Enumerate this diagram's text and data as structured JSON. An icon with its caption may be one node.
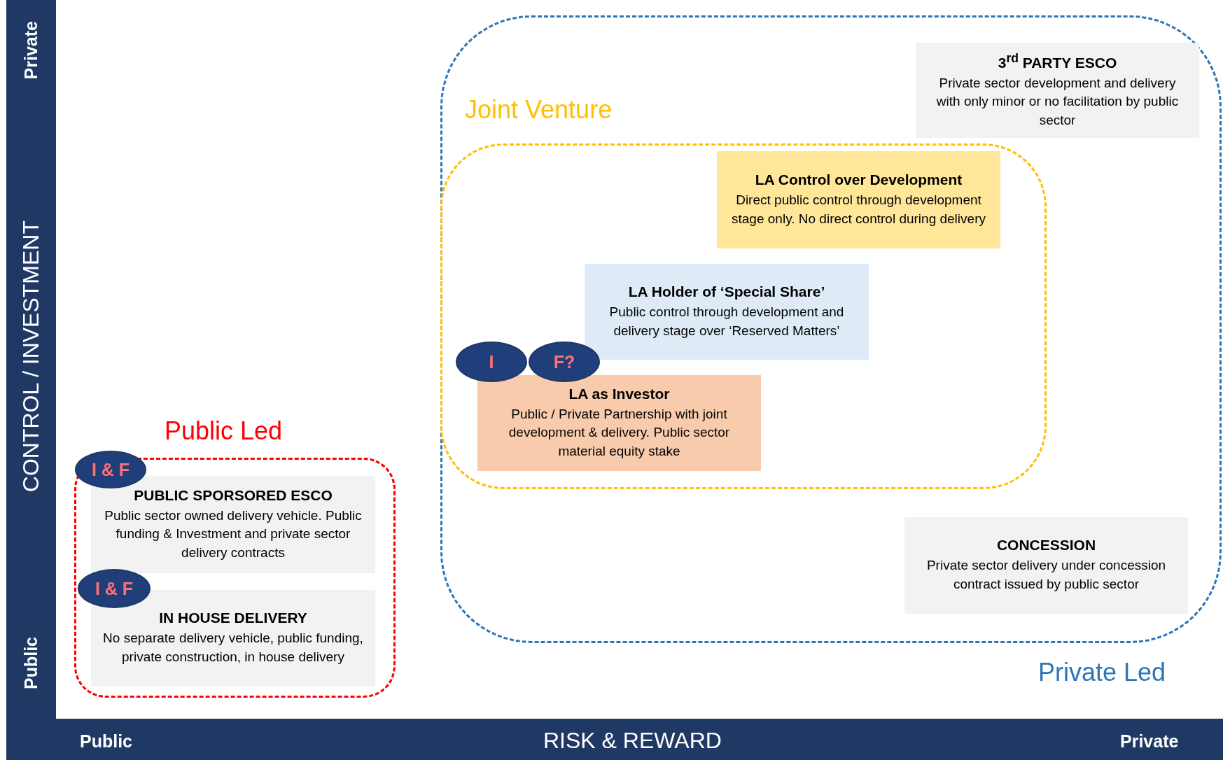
{
  "diagram": {
    "nodes": [
      {
        "text": [
          "Private Led"
        ]
      },
      {
        "text": [
          "Joint Venture"
        ],
        "in": 0
      },
      {
        "text": [
          "Public Led"
        ]
      },
      {
        "text": [
          "3$^{rd}$ PARTY ESCO",
          "Private sector development and delivery with only minor or no facilitation by public sector"
        ],
        "in": 0
      },
      {
        "text": [
          "LA Control over Development",
          "Direct public control through development stage only.  No direct control during delivery"
        ],
        "in": 1
      },
      {
        "text": [
          "LA Holder of ‘Special Share’",
          "Public control through development and delivery stage over ‘Reserved Matters’"
        ],
        "in": 1
      },
      {
        "text": [
          "I"
        ],
        "in": 1
      },
      {
        "text": [
          "F?"
        ],
        "in": 1
      },
      {
        "text": [
          "LA as Investor",
          "Public / Private Partnership with joint development & delivery.  Public sector material equity stake"
        ],
        "in": 1
      },
      {
        "text": [
          "CONCESSION",
          "Private sector delivery under concession contract issued by public sector"
        ],
        "in": 0
      },
      {
        "text": [
          "I & F"
        ],
        "in": 2
      },
      {
        "text": [
          "PUBLIC SPORSORED ESCO",
          "Public sector owned delivery vehicle. Public funding & Investment and private sector delivery contracts"
        ],
        "in": 2
      },
      {
        "text": [
          "I & F"
        ],
        "in": 2
      },
      {
        "text": [
          "IN HOUSE DELIVERY",
          "No separate delivery vehicle, public funding, private construction, in house delivery"
        ],
        "in": 2
      }
    ],
    "edges": [],
    "labels": [
      "Private",
      "CONTROL / INVESTMENT",
      "Public",
      "Public",
      "RISK & REWARD",
      "Private"
    ]
  }
}
